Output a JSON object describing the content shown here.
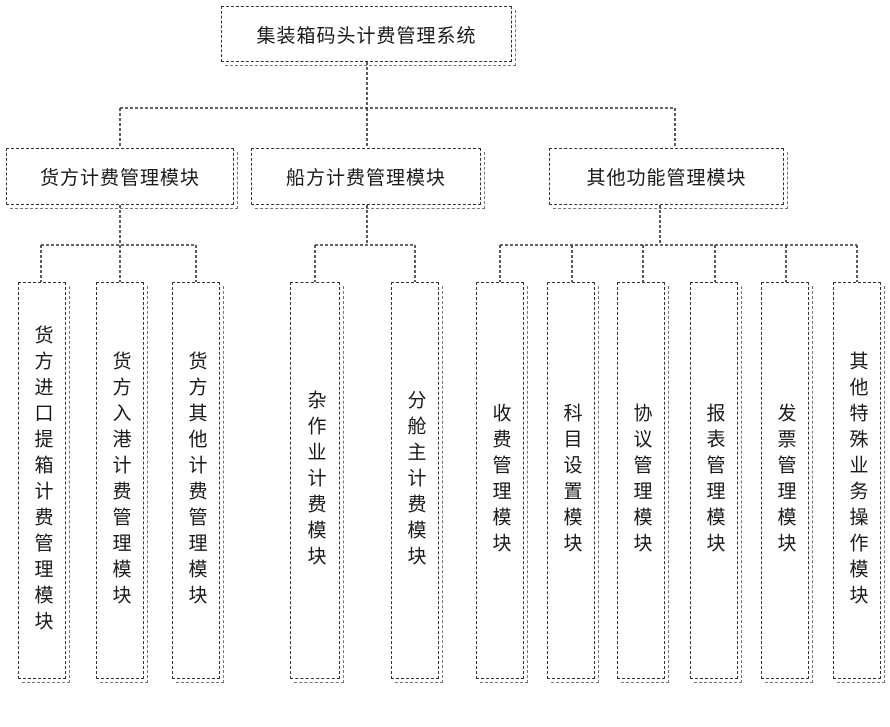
{
  "root": {
    "label": "集装箱码头计费管理系统"
  },
  "branches": [
    {
      "label": "货方计费管理模块",
      "children": [
        "货方进口提箱计费管理模块",
        "货方入港计费管理模块",
        "货方其他计费管理模块"
      ]
    },
    {
      "label": "船方计费管理模块",
      "children": [
        "杂作业计费模块",
        "分舱主计费模块"
      ]
    },
    {
      "label": "其他功能管理模块",
      "children": [
        "收费管理模块",
        "科目设置模块",
        "协议管理模块",
        "报表管理模块",
        "发票管理模块",
        "其他特殊业务操作模块"
      ]
    }
  ]
}
